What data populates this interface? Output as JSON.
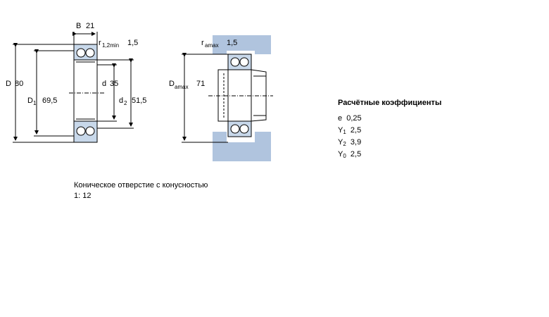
{
  "section_view": {
    "B": {
      "symbol": "B",
      "value": "21"
    },
    "r12": {
      "symbol": "r",
      "sub": "1,2min",
      "value": "1,5"
    },
    "D": {
      "symbol": "D",
      "value": "80"
    },
    "D1": {
      "symbol": "D",
      "sub": "1",
      "value": "69,5"
    },
    "d": {
      "symbol": "d",
      "value": "35"
    },
    "d2": {
      "symbol": "d",
      "sub": "2",
      "value": "51,5"
    }
  },
  "mounting_view": {
    "ra": {
      "symbol": "r",
      "sub": "amax",
      "value": "1,5"
    },
    "Da": {
      "symbol": "D",
      "sub": "amax",
      "value": "71"
    }
  },
  "coefficients": {
    "title": "Расчётные коэффициенты",
    "rows": [
      {
        "symbol": "e",
        "sub": "",
        "value": "0,25"
      },
      {
        "symbol": "Y",
        "sub": "1",
        "value": "2,5"
      },
      {
        "symbol": "Y",
        "sub": "2",
        "value": "3,9"
      },
      {
        "symbol": "Y",
        "sub": "0",
        "value": "2,5"
      }
    ]
  },
  "note": {
    "line1": "Коническое отверстие с конусностью",
    "line2": "1:  12"
  },
  "colors": {
    "housing_fill": "#b0c4de",
    "ring_fill": "#c8d8ea",
    "line": "#000000"
  }
}
